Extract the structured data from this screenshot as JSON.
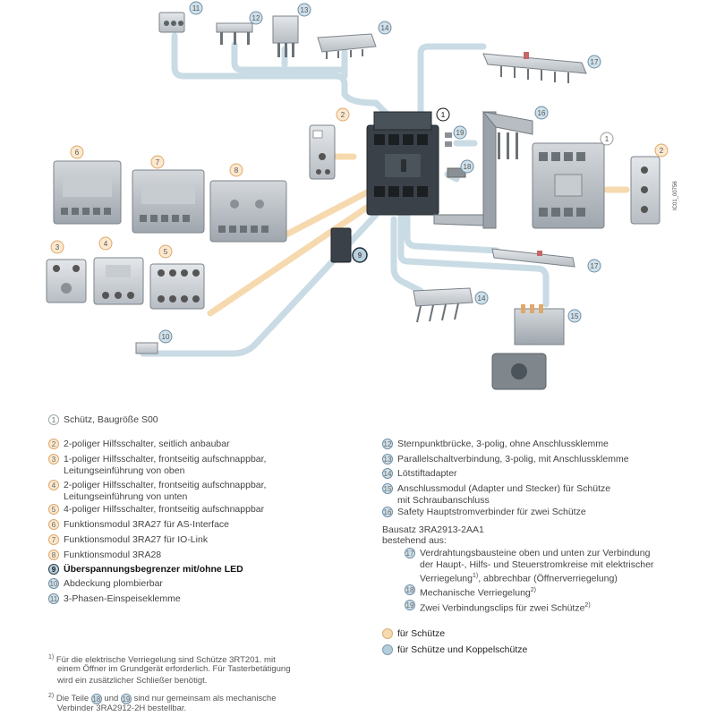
{
  "diagram": {
    "side_code": "IC01_00756",
    "callouts": [
      {
        "id": "callout-1a",
        "n": "1",
        "color": "white"
      },
      {
        "id": "callout-1b",
        "n": "1",
        "color": "gray"
      },
      {
        "id": "callout-2a",
        "n": "2",
        "color": "orange"
      },
      {
        "id": "callout-2b",
        "n": "2",
        "color": "orange"
      },
      {
        "id": "callout-3",
        "n": "3",
        "color": "orange"
      },
      {
        "id": "callout-4",
        "n": "4",
        "color": "orange"
      },
      {
        "id": "callout-5",
        "n": "5",
        "color": "orange"
      },
      {
        "id": "callout-6",
        "n": "6",
        "color": "orange"
      },
      {
        "id": "callout-7",
        "n": "7",
        "color": "orange"
      },
      {
        "id": "callout-8",
        "n": "8",
        "color": "orange"
      },
      {
        "id": "callout-9",
        "n": "9",
        "color": "dark"
      },
      {
        "id": "callout-10",
        "n": "10",
        "color": "blue"
      },
      {
        "id": "callout-11",
        "n": "11",
        "color": "blue"
      },
      {
        "id": "callout-12",
        "n": "12",
        "color": "blue"
      },
      {
        "id": "callout-13",
        "n": "13",
        "color": "blue"
      },
      {
        "id": "callout-14a",
        "n": "14",
        "color": "blue"
      },
      {
        "id": "callout-14b",
        "n": "14",
        "color": "blue"
      },
      {
        "id": "callout-15",
        "n": "15",
        "color": "blue"
      },
      {
        "id": "callout-16",
        "n": "16",
        "color": "blue"
      },
      {
        "id": "callout-17a",
        "n": "17",
        "color": "blue"
      },
      {
        "id": "callout-17b",
        "n": "17",
        "color": "blue"
      },
      {
        "id": "callout-18",
        "n": "18",
        "color": "blue"
      },
      {
        "id": "callout-19",
        "n": "19",
        "color": "blue"
      }
    ]
  },
  "legend_left": [
    {
      "n": "1",
      "color": "gray",
      "lines": [
        "Schütz, Baugröße S00"
      ]
    },
    {
      "n": "2",
      "color": "orange",
      "lines": [
        "2-poliger Hilfsschalter, seitlich anbaubar"
      ]
    },
    {
      "n": "3",
      "color": "orange",
      "lines": [
        "1-poliger Hilfsschalter, frontseitig aufschnappbar,",
        "Leitungseinführung von oben"
      ]
    },
    {
      "n": "4",
      "color": "orange",
      "lines": [
        "2-poliger Hilfsschalter, frontseitig aufschnappbar,",
        "Leitungseinführung von unten"
      ]
    },
    {
      "n": "5",
      "color": "orange",
      "lines": [
        "4-poliger Hilfsschalter, frontseitig aufschnappbar"
      ]
    },
    {
      "n": "6",
      "color": "orange",
      "lines": [
        "Funktionsmodul 3RA27 für AS-Interface"
      ]
    },
    {
      "n": "7",
      "color": "orange",
      "lines": [
        "Funktionsmodul 3RA27 für IO-Link"
      ]
    },
    {
      "n": "8",
      "color": "orange",
      "lines": [
        "Funktionsmodul 3RA28"
      ]
    },
    {
      "n": "9",
      "color": "dark",
      "lines": [
        "Überspannungsbegrenzer mit/ohne LED"
      ]
    },
    {
      "n": "10",
      "color": "blue",
      "lines": [
        "Abdeckung plombierbar"
      ]
    },
    {
      "n": "11",
      "color": "blue",
      "lines": [
        "3-Phasen-Einspeiseklemme"
      ]
    }
  ],
  "legend_right": [
    {
      "n": "12",
      "color": "blue",
      "lines": [
        "Sternpunktbrücke, 3-polig, ohne Anschlussklemme"
      ]
    },
    {
      "n": "13",
      "color": "blue",
      "lines": [
        "Parallelschaltverbindung, 3-polig, mit Anschlussklemme"
      ]
    },
    {
      "n": "14",
      "color": "blue",
      "lines": [
        "Lötstiftadapter"
      ]
    },
    {
      "n": "15",
      "color": "blue",
      "lines": [
        "Anschlussmodul (Adapter und Stecker) für Schütze",
        "mit Schraubanschluss"
      ]
    },
    {
      "n": "16",
      "color": "blue",
      "lines": [
        "Safety Hauptstromverbinder für zwei Schütze"
      ]
    }
  ],
  "bausatz": {
    "title_line1": "Bausatz 3RA2913-2AA1",
    "title_line2": "bestehend aus:",
    "item17": {
      "n": "17",
      "lines": [
        "Verdrahtungsbausteine oben und unten zur Verbindung",
        "der Haupt-, Hilfs- und Steuerstromkreise mit elektrischer"
      ],
      "line3_pre": "Verriegelung",
      "line3_sup": "1)",
      "line3_post": ", abbrechbar (Öffnerverriegelung)"
    },
    "item18": {
      "n": "18",
      "text": "Mechanische Verriegelung",
      "sup": "2)"
    },
    "item19": {
      "n": "19",
      "text": "Zwei Verbindungsclips für zwei Schütze",
      "sup": "2)"
    }
  },
  "color_key": [
    {
      "color": "#f6d9ae",
      "label": "für Schütze"
    },
    {
      "color": "#b4cdd9",
      "label": "für Schütze und Koppelschütze"
    }
  ],
  "footnotes": {
    "f1_mark": "1)",
    "f1_lines": [
      "Für die elektrische Verriegelung sind Schütze 3RT201. mit",
      "einem Öffner im Grundgerät erforderlich. Für Tasterbetätigung",
      "wird ein zusätzlicher Schließer benötigt."
    ],
    "f2_mark": "2)",
    "f2_pre": "Die Teile",
    "f2_n1": "18",
    "f2_mid": "und",
    "f2_n2": "19",
    "f2_post": "sind nur gemeinsam als mechanische",
    "f2_line2": "Verbinder 3RA2912-2H bestellbar."
  },
  "colors": {
    "orange": "#f6d9ae",
    "blue": "#b4cdd9",
    "device_gray": "#9aa1a8",
    "device_dark": "#3a4148"
  }
}
